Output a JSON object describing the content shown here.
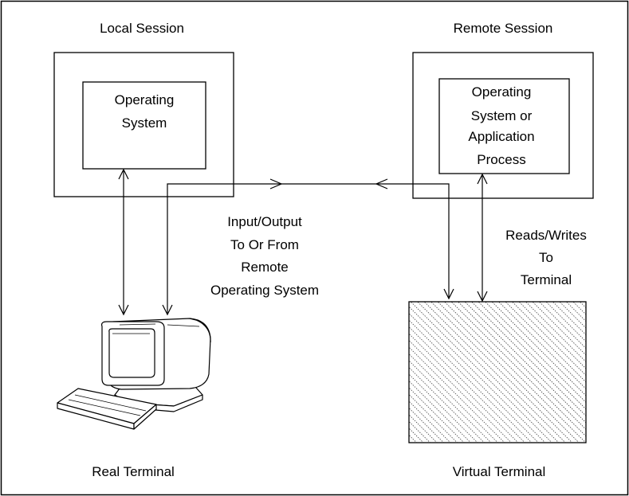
{
  "diagram": {
    "local_session": {
      "title": "Local Session",
      "inner": [
        "Operating",
        "System"
      ]
    },
    "remote_session": {
      "title": "Remote Session",
      "inner": [
        "Operating",
        "System or",
        "Application",
        "Process"
      ]
    },
    "io_label": [
      "Input/Output",
      "To Or From",
      "Remote",
      "Operating System"
    ],
    "rw_label": [
      "Reads/Writes",
      "To",
      "Terminal"
    ],
    "real_terminal": "Real Terminal",
    "virtual_terminal": "Virtual Terminal",
    "colors": {
      "ink": "#000000",
      "background": "#ffffff"
    }
  }
}
